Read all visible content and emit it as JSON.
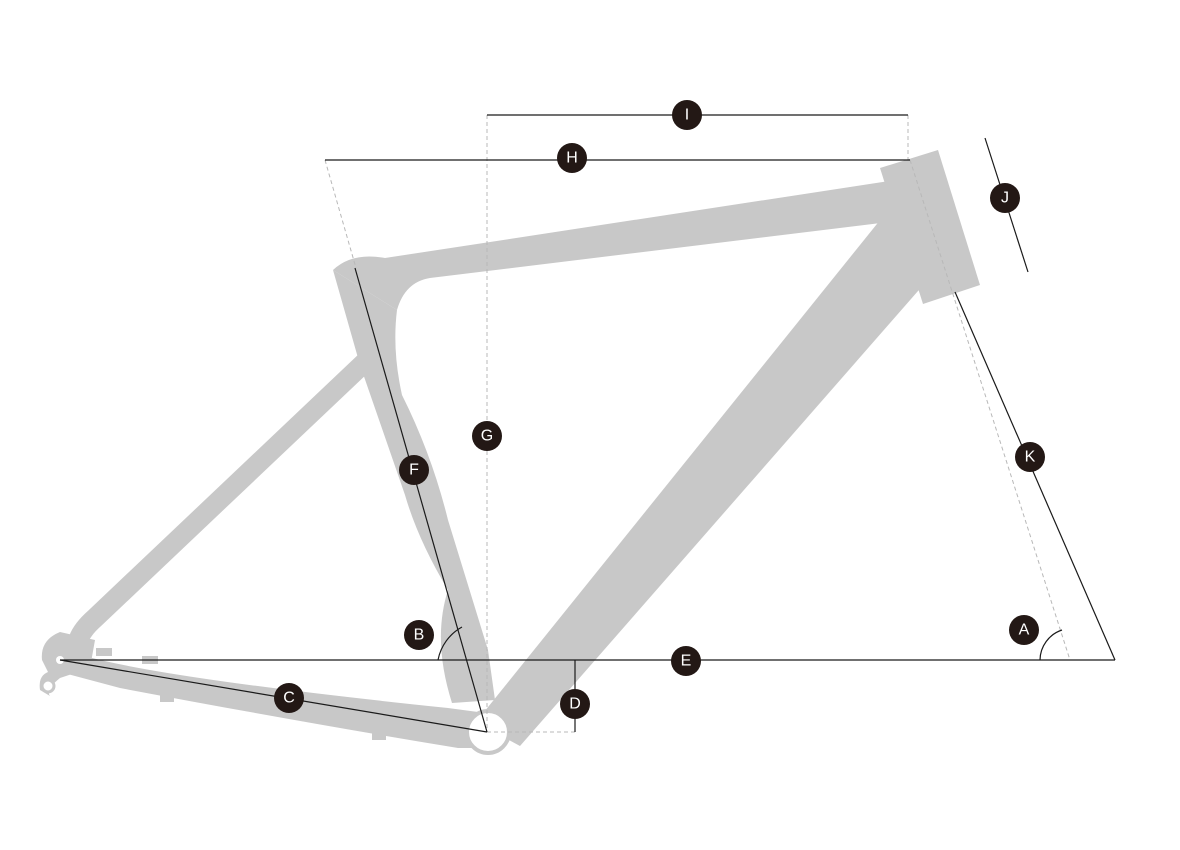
{
  "diagram": {
    "title": "",
    "colors": {
      "frame": "#c8c8c8",
      "marker": "#231815",
      "marker_text": "#ffffff",
      "line": "#1a1a1a",
      "guide": "#b8b8b8"
    },
    "markers": {
      "A": "A",
      "B": "B",
      "C": "C",
      "D": "D",
      "E": "E",
      "F": "F",
      "G": "G",
      "H": "H",
      "I": "I",
      "J": "J",
      "K": "K"
    }
  }
}
